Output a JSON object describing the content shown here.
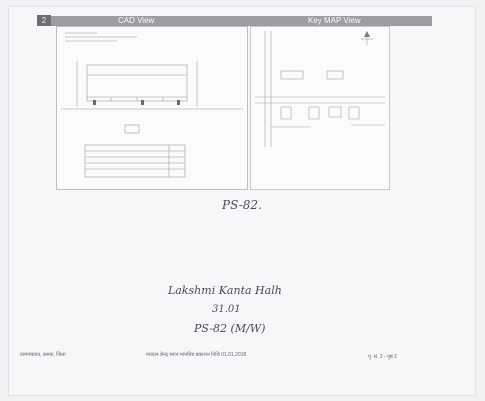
{
  "header": {
    "index": "2",
    "left_title": "CAD View",
    "right_title": "Key MAP View"
  },
  "handwriting": {
    "ps_top": "PS-82.",
    "name": "Lakshmi Kanta Halh",
    "code": "31.01",
    "ps_bottom": "PS-82 (M/W)"
  },
  "footer": {
    "left": "ग्रामपंचायत, ब्लाक, जिला",
    "center": "मतदान केन्द्र स्थान मानचित्र प्रकाशन तिथि 01.01.2018",
    "right": "पृ. सं. 2 - पृष्ठ 2"
  }
}
